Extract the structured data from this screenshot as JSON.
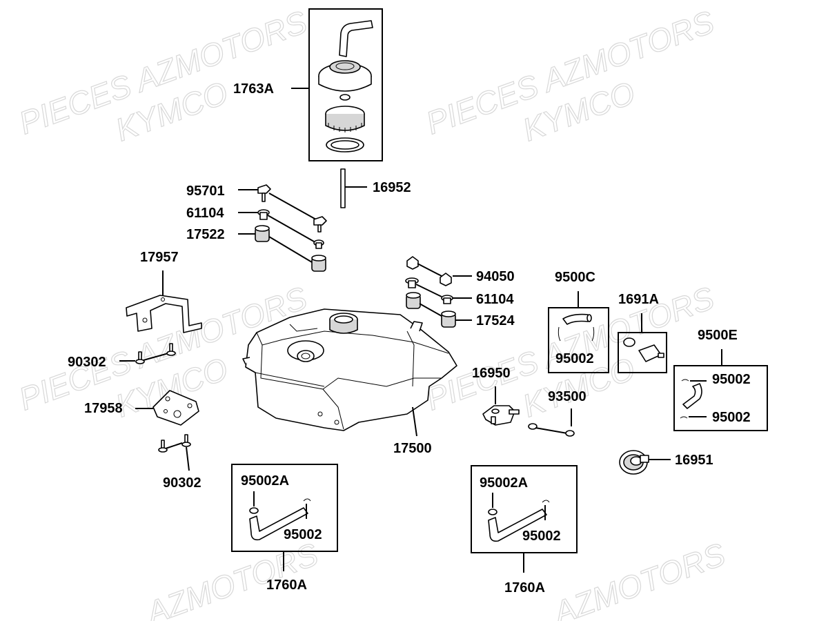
{
  "watermarks": [
    "PIECES AZMOTORS",
    "KYMCO",
    "PIECES AZMOTORS",
    "KYMCO",
    "PIECES AZMOTORS",
    "KYMCO",
    "PIECES AZMOTORS",
    "KYMCO",
    "AZMOTORS",
    "AZMOTORS"
  ],
  "labels": {
    "p1763A": "1763A",
    "p16952": "16952",
    "p95701": "95701",
    "p61104_left": "61104",
    "p17522": "17522",
    "p17957": "17957",
    "p94050": "94050",
    "p61104_right": "61104",
    "p17524": "17524",
    "p9500C": "9500C",
    "p95002_c": "95002",
    "p1691A": "1691A",
    "p9500E": "9500E",
    "p95002_e1": "95002",
    "p95002_e2": "95002",
    "p90302_top": "90302",
    "p16950": "16950",
    "p93500": "93500",
    "p17958": "17958",
    "p17500": "17500",
    "p16951": "16951",
    "p90302_bottom": "90302",
    "p95002A_left": "95002A",
    "p95002_left": "95002",
    "p1760A_left": "1760A",
    "p95002A_right": "95002A",
    "p95002_right": "95002",
    "p1760A_right": "1760A"
  }
}
